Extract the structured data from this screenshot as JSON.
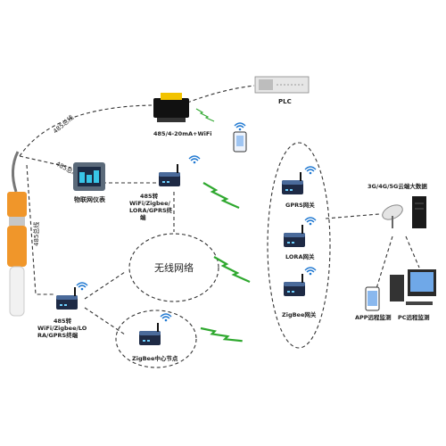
{
  "labels": {
    "conv_label": "485/4-20mA+WiFi",
    "plc_label": "PLC",
    "meter_label": "物联网仪表",
    "term1_line1": "485转",
    "term1_line2": "WiFi/Zigbee/",
    "term1_line3": "LORA/GPRS终",
    "term1_line4": "端",
    "bus1": "485总线",
    "bus2": "485总线",
    "bus3": "485总线",
    "wireless": "无线网络",
    "term2_line1": "485转",
    "term2_line2": "WiFi/Zigbee/LO",
    "term2_line3": "RA/GPRS终端",
    "zig_node": "ZigBee中心节点",
    "gw_gprs": "GPRS网关",
    "gw_lora": "LORA网关",
    "gw_zigbee": "ZigBee网关",
    "cloud": "3G/4G/5G云端大数据",
    "app_mon": "APP远程监测",
    "pc_mon": "PC远程监测"
  },
  "colors": {
    "lightning": "#2fa82f",
    "device_dark": "#1e2a45",
    "sensor_orange": "#f0962a",
    "wifi_blue": "#1f78d1"
  }
}
